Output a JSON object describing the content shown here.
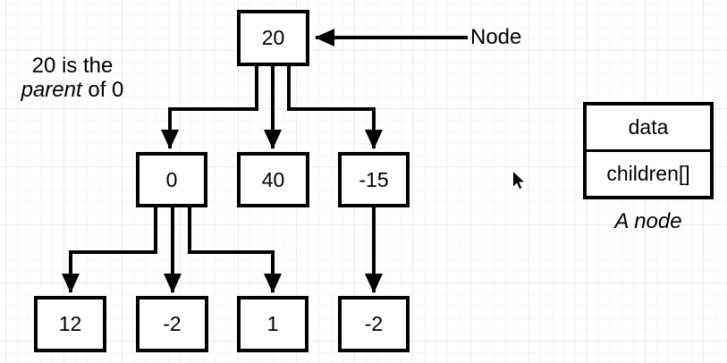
{
  "diagram": {
    "note": {
      "line1": "20 is the",
      "italic_word": "parent",
      "line2_rest": " of 0"
    },
    "pointer_label": "Node",
    "nodes": [
      {
        "id": "root",
        "value": "20"
      },
      {
        "id": "child-0",
        "value": "0"
      },
      {
        "id": "child-40",
        "value": "40"
      },
      {
        "id": "child-neg15",
        "value": "-15"
      },
      {
        "id": "grandchild-12",
        "value": "12"
      },
      {
        "id": "grandchild-neg2",
        "value": "-2"
      },
      {
        "id": "grandchild-1",
        "value": "1"
      },
      {
        "id": "grandchild-neg2b",
        "value": "-2"
      }
    ],
    "edges": [
      {
        "from": "20",
        "to": "0"
      },
      {
        "from": "20",
        "to": "40"
      },
      {
        "from": "20",
        "to": "-15"
      },
      {
        "from": "0",
        "to": "12"
      },
      {
        "from": "0",
        "to": "-2"
      },
      {
        "from": "0",
        "to": "1"
      },
      {
        "from": "-15",
        "to": "-2"
      }
    ],
    "legend": {
      "fields": [
        {
          "label": "data"
        },
        {
          "label": "children[]"
        }
      ],
      "caption": "A node"
    },
    "colors": {
      "stroke": "#000000",
      "shape_fill": "#ffffff",
      "grid_major": "#ececec",
      "grid_minor": "#f7f7f7"
    }
  },
  "cursor": {
    "type": "arrow-pointer"
  }
}
